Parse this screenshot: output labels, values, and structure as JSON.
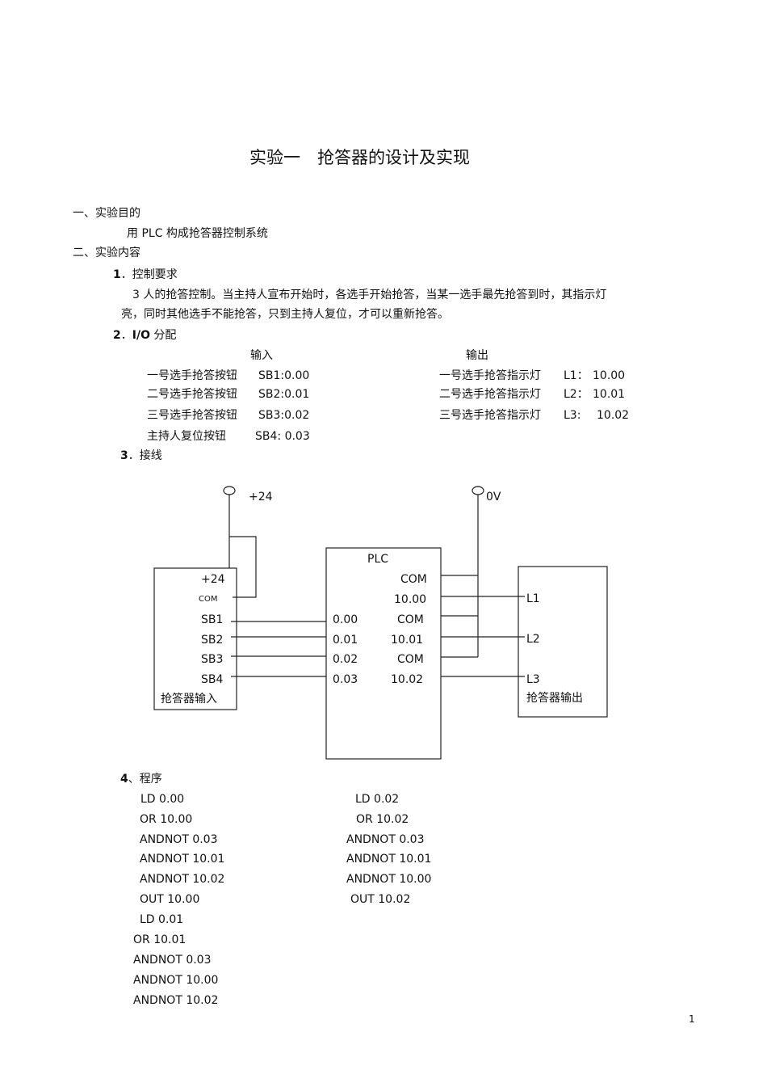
{
  "title": "实验一　抢答器的设计及实现",
  "section1": {
    "heading": "一、实验目的",
    "text": "用 PLC 构成抢答器控制系统"
  },
  "section2": {
    "heading": "二、实验内容"
  },
  "item1": {
    "num": "1",
    "label": "．控制要求",
    "line1": "3 人的抢答控制。当主持人宣布开始时，各选手开始抢答，当某一选手最先抢答到时，其指示灯",
    "line2": "亮，同时其他选手不能抢答，只到主持人复位，才可以重新抢答。"
  },
  "item2": {
    "num": "2",
    "label_mid": "．",
    "io": "I/O",
    "label_end": " 分配",
    "input_header": "输入",
    "output_header": "输出",
    "inputs": [
      {
        "name": "一号选手抢答按钮",
        "addr": "SB1:0.00"
      },
      {
        "name": "二号选手抢答按钮",
        "addr": "SB2:0.01"
      },
      {
        "name": "三号选手抢答按钮",
        "addr": "SB3:0.02"
      },
      {
        "name": "主持人复位按钮",
        "addr": "SB4: 0.03"
      }
    ],
    "outputs": [
      {
        "name": "一号选手抢答指示灯",
        "lamp": "L1：",
        "addr": "10.00"
      },
      {
        "name": "二号选手抢答指示灯",
        "lamp": "L2：",
        "addr": "10.01"
      },
      {
        "name": "三号选手抢答指示灯",
        "lamp": "L3:",
        "addr": "10.02"
      }
    ]
  },
  "item3": {
    "num": "3",
    "label": "．接线"
  },
  "diagram": {
    "supply_plus": "+24",
    "supply_zero": "0V",
    "plc": "PLC",
    "left_box": {
      "p24": "+24",
      "com": "COM",
      "sb1": "SB1",
      "sb2": "SB2",
      "sb3": "SB3",
      "sb4": "SB4",
      "caption": "抢答器输入"
    },
    "plc_inputs": [
      "0.00",
      "0.01",
      "0.02",
      "0.03"
    ],
    "plc_right": {
      "com1": "COM",
      "o1": "10.00",
      "com2": "COM",
      "o2": "10.01",
      "com3": "COM",
      "o3": "10.02"
    },
    "right_box": {
      "l1": "L1",
      "l2": "L2",
      "l3": "L3",
      "caption": "抢答器输出"
    }
  },
  "item4": {
    "num": "4",
    "label": "、程序"
  },
  "program_left": [
    "LD 0.00",
    "OR 10.00",
    "ANDNOT 0.03",
    "ANDNOT 10.01",
    "ANDNOT 10.02",
    "OUT 10.00",
    "LD 0.01",
    "OR 10.01",
    "ANDNOT 0.03",
    "ANDNOT 10.00",
    "ANDNOT 10.02"
  ],
  "program_right": [
    "LD 0.02",
    "OR 10.02",
    "ANDNOT 0.03",
    "ANDNOT 10.01",
    "ANDNOT 10.00",
    "OUT 10.02"
  ],
  "page_number": "1"
}
